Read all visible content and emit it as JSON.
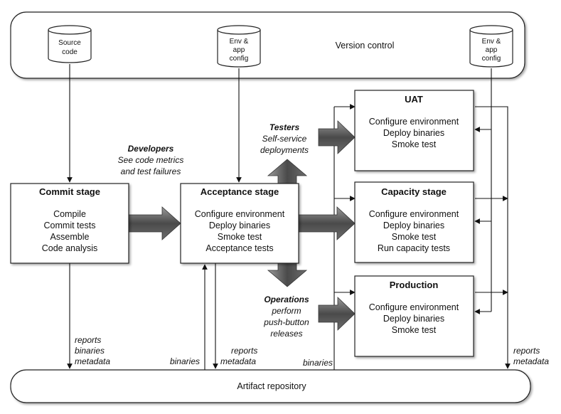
{
  "version_control": {
    "label": "Version control",
    "source_code": [
      "Source",
      "code"
    ],
    "env_config_1": [
      "Env &",
      "app",
      "config"
    ],
    "env_config_2": [
      "Env &",
      "app",
      "config"
    ]
  },
  "commit_stage": {
    "title": "Commit stage",
    "lines": [
      "Compile",
      "Commit tests",
      "Assemble",
      "Code analysis"
    ]
  },
  "acceptance_stage": {
    "title": "Acceptance stage",
    "lines": [
      "Configure environment",
      "Deploy binaries",
      "Smoke test",
      "Acceptance tests"
    ]
  },
  "uat": {
    "title": "UAT",
    "lines": [
      "Configure environment",
      "Deploy binaries",
      "Smoke test"
    ]
  },
  "capacity_stage": {
    "title": "Capacity stage",
    "lines": [
      "Configure environment",
      "Deploy binaries",
      "Smoke test",
      "Run capacity tests"
    ]
  },
  "production": {
    "title": "Production",
    "lines": [
      "Configure environment",
      "Deploy binaries",
      "Smoke test"
    ]
  },
  "developers": {
    "title": "Developers",
    "lines": [
      "See code metrics",
      "and test failures"
    ]
  },
  "testers": {
    "title": "Testers",
    "lines": [
      "Self-service",
      "deployments"
    ]
  },
  "operations": {
    "title": "Operations",
    "lines": [
      "perform",
      "push-button",
      "releases"
    ]
  },
  "flow_labels": {
    "commit_to_repo": [
      "reports",
      "binaries",
      "metadata"
    ],
    "repo_to_acceptance": "binaries",
    "acceptance_to_repo": [
      "reports",
      "metadata"
    ],
    "repo_to_downstream": "binaries",
    "downstream_to_repo": [
      "reports",
      "metadata"
    ]
  },
  "artifact_repository": {
    "label": "Artifact repository"
  }
}
